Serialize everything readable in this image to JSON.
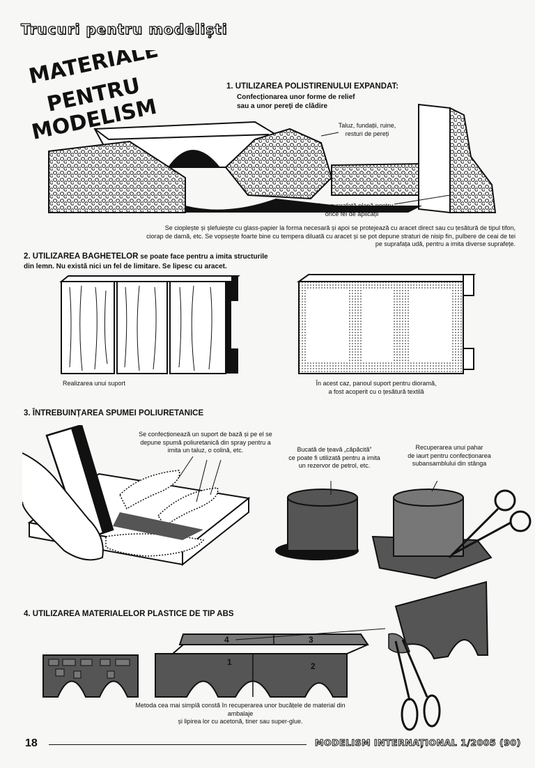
{
  "header": {
    "section_title": "Trucuri pentru modeliști",
    "art_title_lines": [
      "MATERIALE",
      "PENTRU",
      "MODELISM"
    ]
  },
  "section1": {
    "title": "1. UTILIZAREA POLISTIRENULUI EXPANDAT:",
    "subtitle_line1": "Confecționarea unor forme de relief",
    "subtitle_line2": "sau a unor pereți de clădire",
    "label_top_line1": "Taluz, fundații, ruine,",
    "label_top_line2": "resturi de pereți",
    "label_bottom_line1": "Ruine, suprafață plană pentru",
    "label_bottom_line2": "orice fel de aplicații",
    "description": "Se cioplește și șlefuiește cu glass-papier la forma necesară și apoi se protejează cu aracet direct sau cu țesătură de tipul tifon, ciorap de damă, etc. Se vopsește foarte bine cu tempera diluată cu aracet și se pot depune straturi de nisip fin, pulbere de ceai de tei pe suprafața udă, pentru a imita diverse suprafețe."
  },
  "section2": {
    "title": "2. UTILIZAREA BAGHETELOR",
    "title_rest": " se poate face pentru a imita structurile",
    "title_line2": "din lemn. Nu există nici un fel de limitare. Se lipesc cu aracet.",
    "caption_left": "Realizarea unui suport",
    "caption_right_line1": "În acest caz, panoul suport pentru dioramă,",
    "caption_right_line2": "a fost acoperit cu o țesătură textilă"
  },
  "section3": {
    "title": "3. ÎNTREBUINȚAREA SPUMEI POLIURETANICE",
    "label_foam_line1": "Se confecționează un suport de bază și pe el se",
    "label_foam_line2": "depune spumă poliuretanică din spray pentru a",
    "label_foam_line3": "imita un taluz, o colină, etc.",
    "label_pipe_line1": "Bucată de țeavă „căpăcită”",
    "label_pipe_line2": "ce poate fi utilizată pentru a imita",
    "label_pipe_line3": "un rezervor de petrol, etc.",
    "label_cup_line1": "Recuperarea unui pahar",
    "label_cup_line2": "de iaurt pentru confecționarea",
    "label_cup_line3": "subansamblului din stânga"
  },
  "section4": {
    "title": "4. UTILIZAREA MATERIALELOR PLASTICE DE TIP ABS",
    "part_numbers": [
      "1",
      "2",
      "3",
      "4"
    ],
    "description_line1": "Metoda cea mai simplă constă în recuperarea unor bucățele de material din ambalaje",
    "description_line2": "și lipirea lor cu acetonă, tiner sau super-glue."
  },
  "footer": {
    "page_number": "18",
    "magazine": "MODELISM INTERNAȚIONAL 1/2005 (90)"
  }
}
